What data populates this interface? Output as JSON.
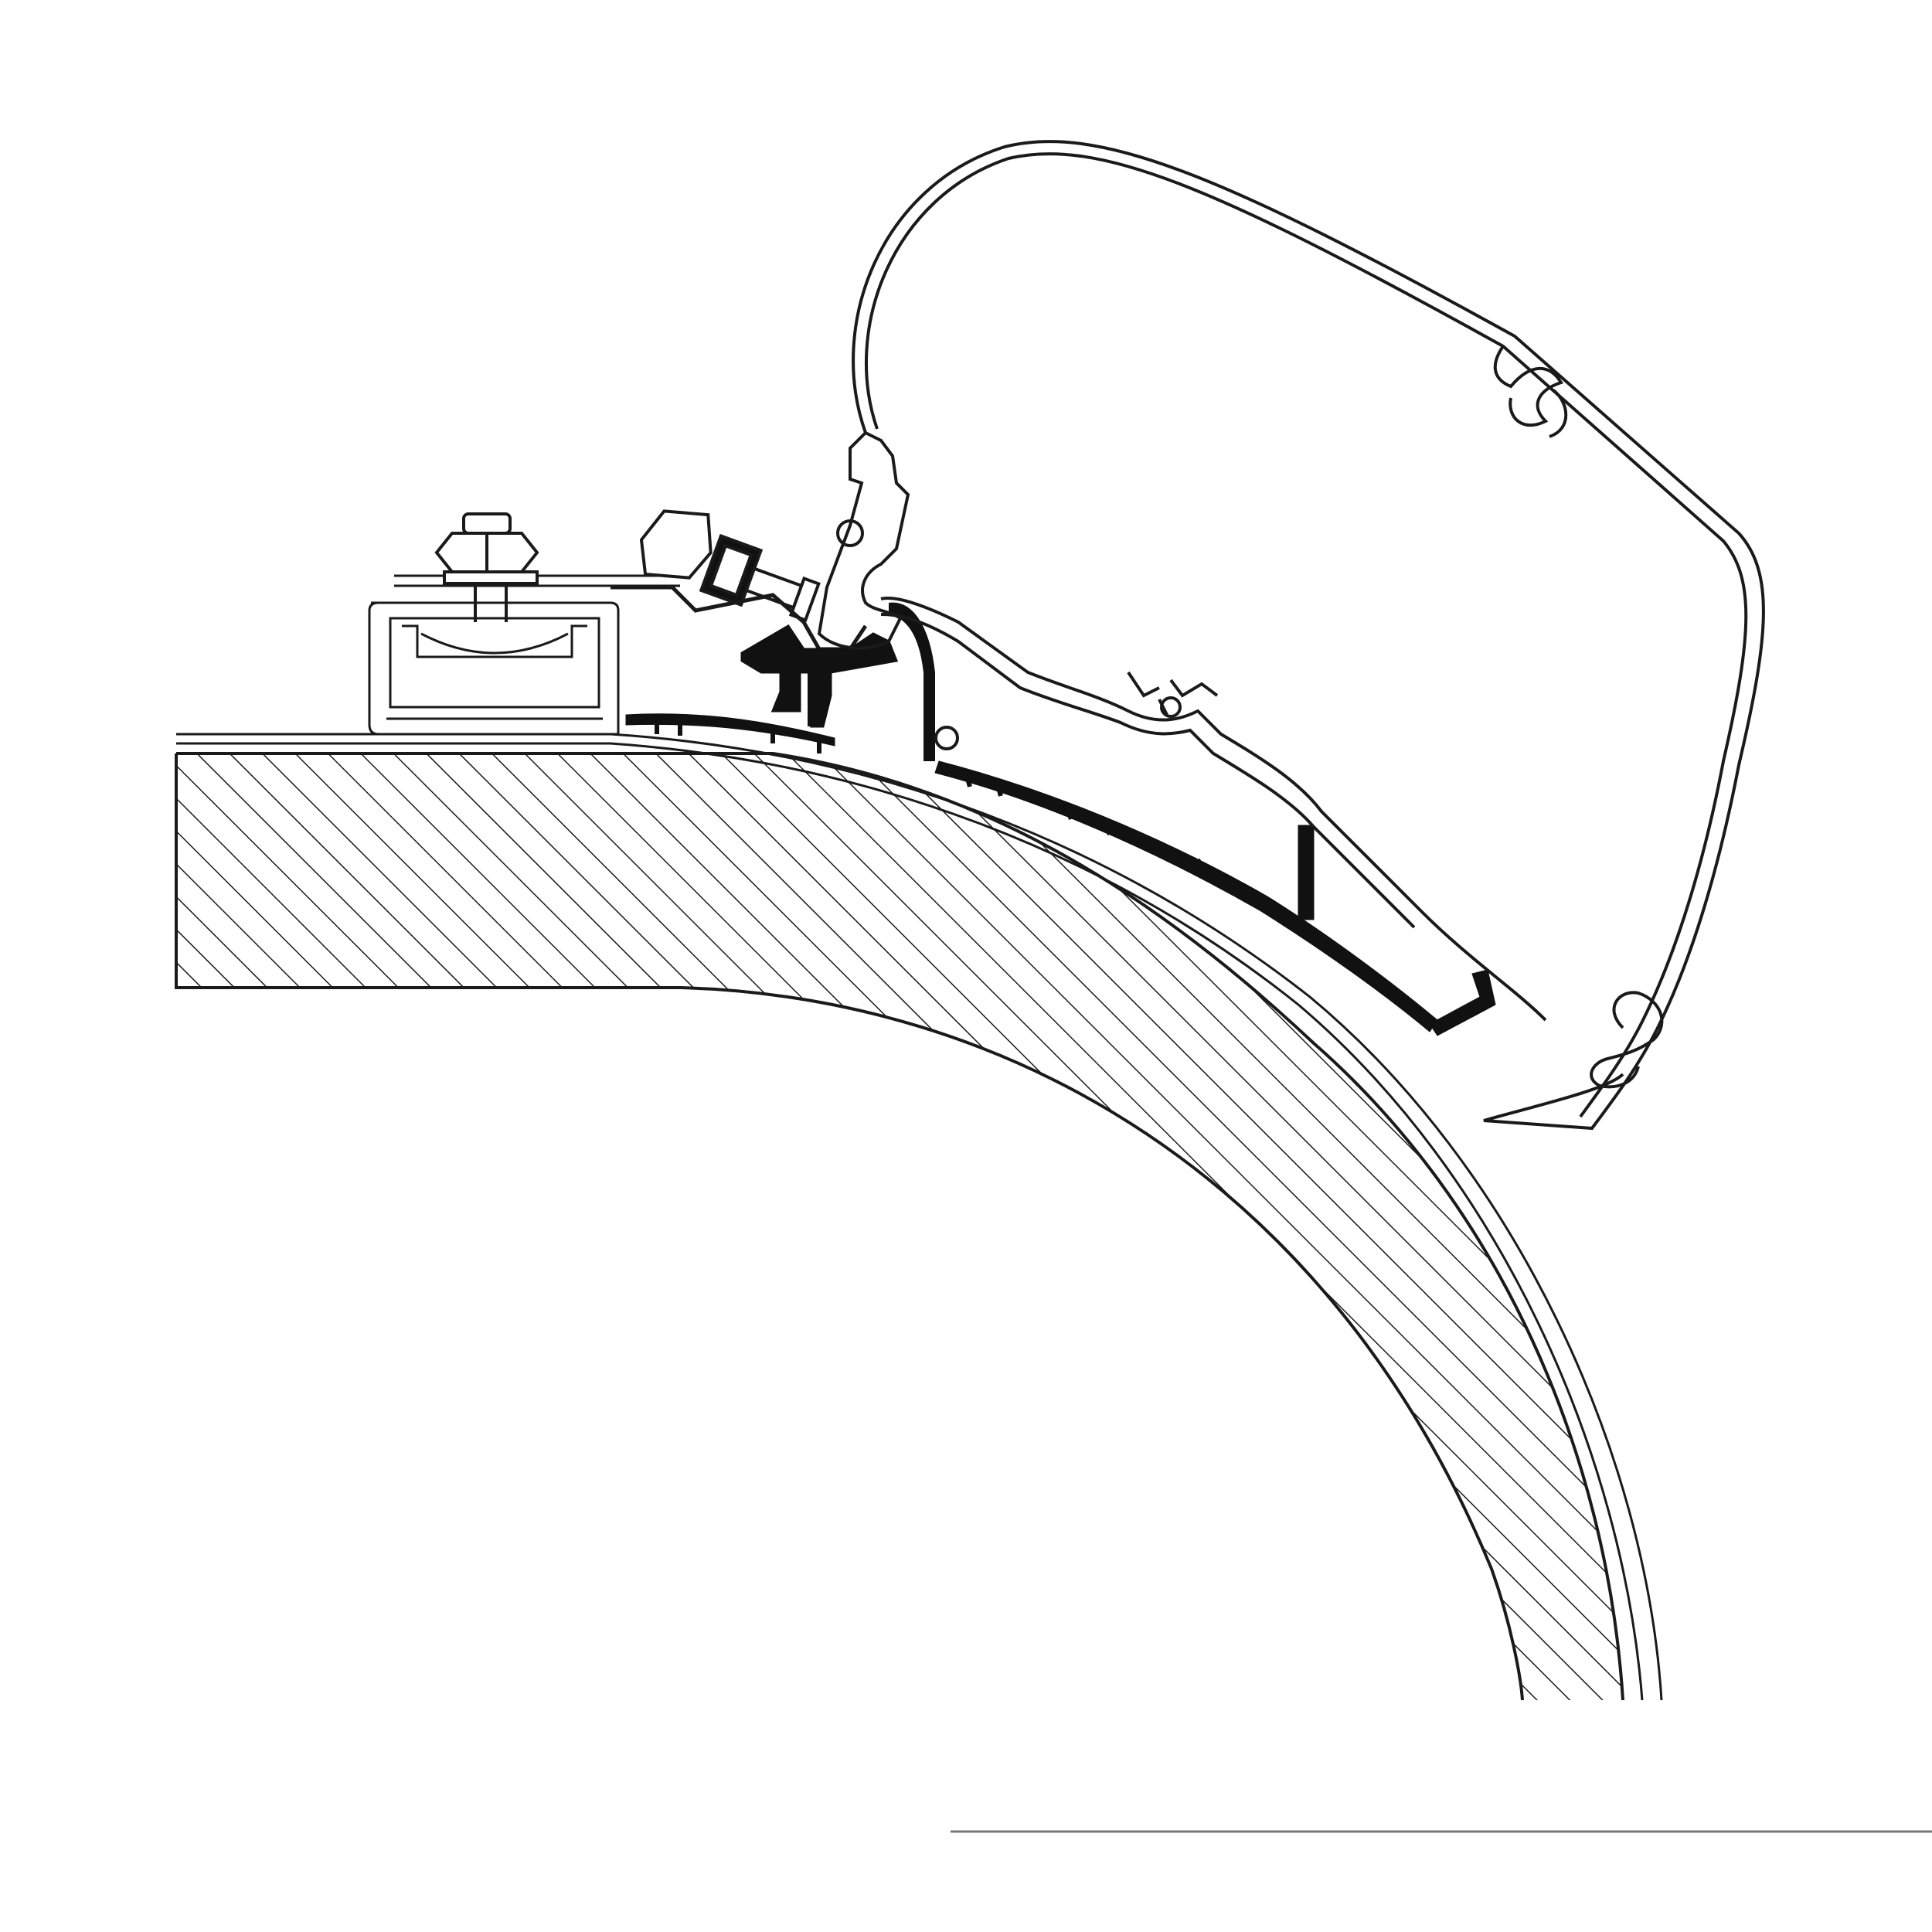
{
  "diagram": {
    "colors": {
      "background": "#ffffff",
      "line": "#1a1a1a",
      "fill_dark": "#111111",
      "baseline": "#777777"
    },
    "parts": [
      {
        "id": "roof-section",
        "icon": "hatched-roof-cross-section"
      },
      {
        "id": "awning-cassette",
        "icon": "rounded-awning-housing"
      },
      {
        "id": "mounting-rail",
        "icon": "c-channel-rail"
      },
      {
        "id": "bolt-assembly",
        "icon": "hex-bolt-and-nut"
      },
      {
        "id": "adapter-profile",
        "icon": "stepped-adapter-profile"
      },
      {
        "id": "rubber-seal",
        "icon": "serrated-seal-strip"
      }
    ]
  }
}
